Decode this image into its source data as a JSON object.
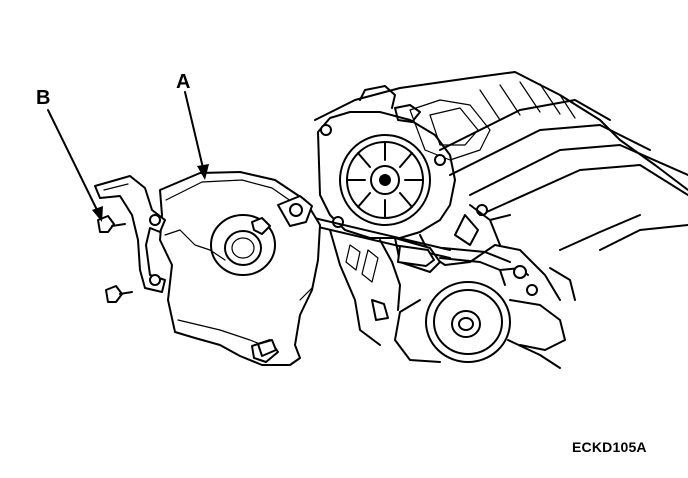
{
  "labels": {
    "timing_cover": "A",
    "bracket": "B"
  },
  "figure_code": "ECKD105A"
}
